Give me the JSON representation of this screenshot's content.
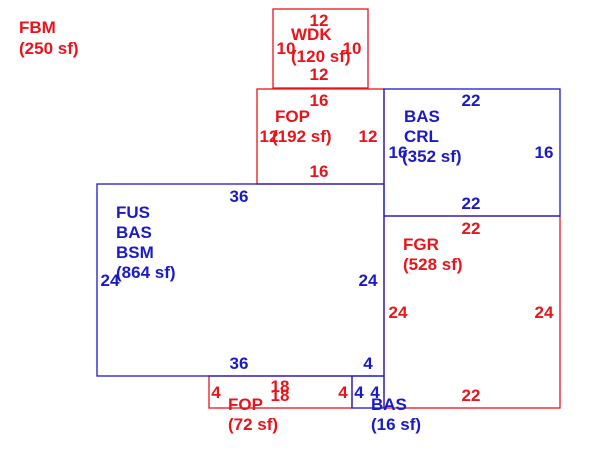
{
  "colors": {
    "red": "#e8141c",
    "blue": "#1a1ac8",
    "background": "#ffffff"
  },
  "standalone": {
    "code": "FBM",
    "area": "(250 sf)"
  },
  "areas": {
    "wdk": {
      "code": "WDK",
      "area": "(120 sf)",
      "dims": {
        "top": "12",
        "bottom": "12",
        "left": "10",
        "right": "10"
      }
    },
    "fop_upper": {
      "code": "FOP",
      "area": "(192 sf)",
      "dims": {
        "top": "16",
        "bottom": "16",
        "left": "12",
        "right": "12"
      }
    },
    "bas_crl": {
      "codes": [
        "BAS",
        "CRL"
      ],
      "area": "(352 sf)",
      "dims": {
        "top": "22",
        "bottom": "22",
        "left": "16",
        "right": "16"
      }
    },
    "main": {
      "codes": [
        "FUS",
        "BAS",
        "BSM"
      ],
      "area": "(864 sf)",
      "dims": {
        "top": "36",
        "bottom": "36",
        "left": "24",
        "right": "24",
        "notch": "4"
      }
    },
    "fgr": {
      "code": "FGR",
      "area": "(528 sf)",
      "dims": {
        "top": "22",
        "bottom": "22",
        "left": "24",
        "right": "24"
      }
    },
    "fop_lower": {
      "code": "FOP",
      "area": "(72 sf)",
      "dims": {
        "top": "18",
        "bottom": "18",
        "left": "4",
        "right": "4"
      }
    },
    "bas_small": {
      "code": "BAS",
      "area": "(16 sf)",
      "dims": {
        "left": "4",
        "top": "4"
      }
    }
  }
}
